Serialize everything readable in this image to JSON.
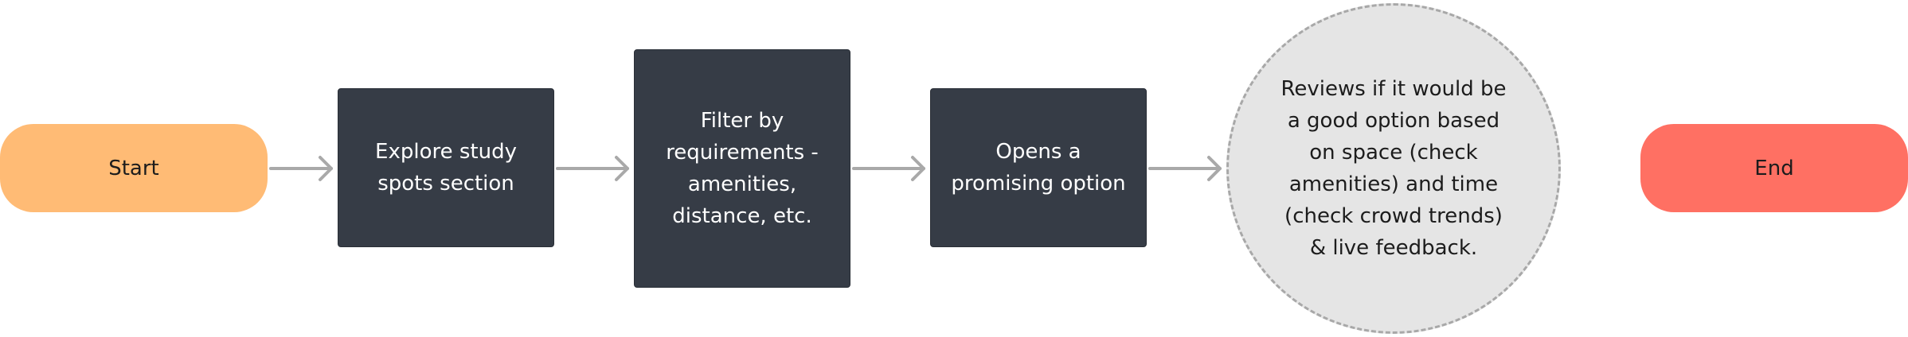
{
  "flow": {
    "start": {
      "label": "Start"
    },
    "steps": [
      {
        "label": "Explore study\nspots section"
      },
      {
        "label": "Filter by\nrequirements -\namenities,\ndistance, etc."
      },
      {
        "label": "Opens a\npromising option"
      },
      {
        "label": "Reviews if it would be\na good option based\non space (check\namenities) and time\n(check crowd trends)\n& live feedback."
      }
    ],
    "end": {
      "label": "End"
    }
  },
  "colors": {
    "start_fill": "#ffbb75",
    "end_fill": "#ff7063",
    "step_fill": "#363c46",
    "decision_fill": "#e5e5e5",
    "arrow": "#a9a9a9"
  }
}
